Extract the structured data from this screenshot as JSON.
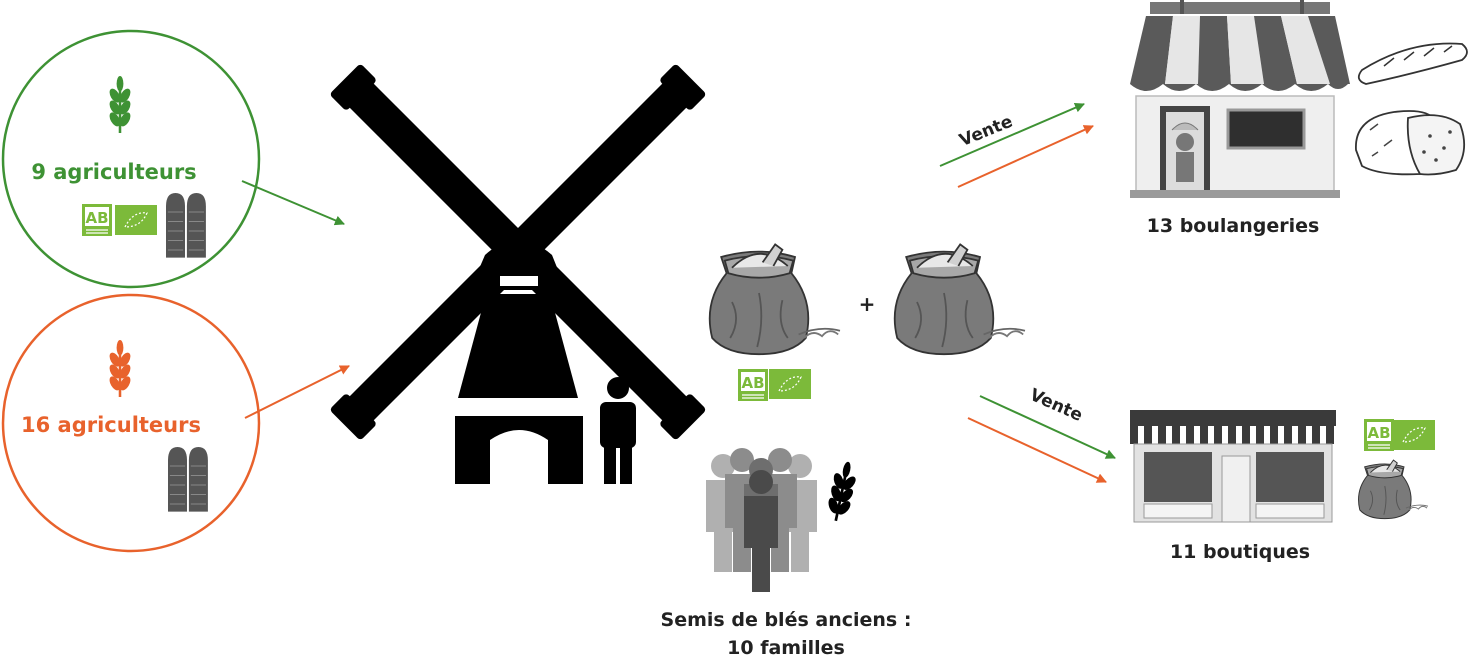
{
  "colors": {
    "green": "#3e9234",
    "orange": "#e8622c",
    "black": "#000000",
    "gray": "#8a8a8a",
    "logo_green": "#7cba3a"
  },
  "groups": {
    "organic_farmers": {
      "label": "9 agriculteurs",
      "icons": [
        "wheat-icon",
        "ab-logo",
        "eu-organic-logo",
        "silo-icon"
      ]
    },
    "conventional_farmers": {
      "label": "16 agriculteurs",
      "icons": [
        "wheat-icon",
        "silo-icon"
      ]
    }
  },
  "mill": {
    "icons": [
      "windmill-icon",
      "miller-person-icon"
    ]
  },
  "flour": {
    "plus": "+",
    "icons": [
      "flour-sack-icon",
      "ab-logo",
      "eu-organic-logo"
    ]
  },
  "families": {
    "label_line1": "Semis de blés anciens :",
    "label_line2": "10 familles",
    "icons": [
      "people-group-icon",
      "wheat-icon"
    ]
  },
  "sales": {
    "top_label": "Vente",
    "bottom_label": "Vente"
  },
  "bakeries": {
    "label": "13 boulangeries",
    "icons": [
      "bakery-storefront-icon",
      "baguette-icon",
      "bread-loaf-icon"
    ]
  },
  "shops": {
    "label": "11 boutiques",
    "icons": [
      "shop-storefront-icon",
      "ab-logo",
      "eu-organic-logo",
      "flour-sack-icon"
    ]
  }
}
